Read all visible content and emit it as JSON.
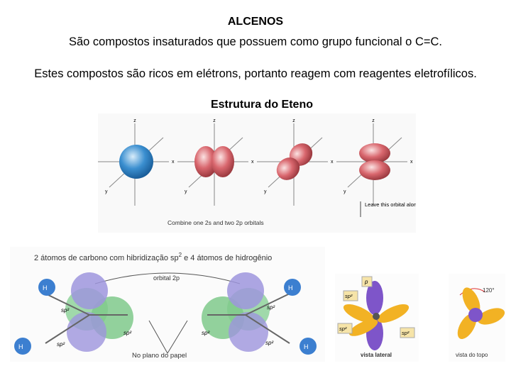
{
  "title": "ALCENOS",
  "intro": "São compostos insaturados que possuem como grupo funcional o C=C.",
  "statement": "Estes compostos são ricos em elétrons, portanto reagem com reagentes eletrofílicos.",
  "subtitle": "Estrutura do Eteno",
  "figure_top": {
    "axis_x": "x",
    "axis_y": "y",
    "axis_z": "z",
    "note": "Leave this orbital alone",
    "caption": "Combine one 2s and two 2p orbitals"
  },
  "figure_bottom": {
    "heading": "2 átomos de carbono com hibridização sp",
    "heading_sup": "2",
    "heading_tail": " e 4 átomos de hidrogênio",
    "orbital_label": "orbital  2p",
    "plane_label": "No plano do papel",
    "h_label": "H",
    "sp2_label": "sp²"
  },
  "figure_side": {
    "p_label": "p",
    "sp2_label": "sp²",
    "caption": "vista lateral"
  },
  "figure_topview": {
    "angle": "120°",
    "caption": "vista do topo"
  },
  "colors": {
    "s_orbital": "#3b8fd0",
    "p_orbital": "#d9676e",
    "carbon_green": "#7fc98b",
    "p_purple": "#8a7fd0",
    "sp2_orange": "#f2b224",
    "lobe_purple": "#7e55c9"
  }
}
